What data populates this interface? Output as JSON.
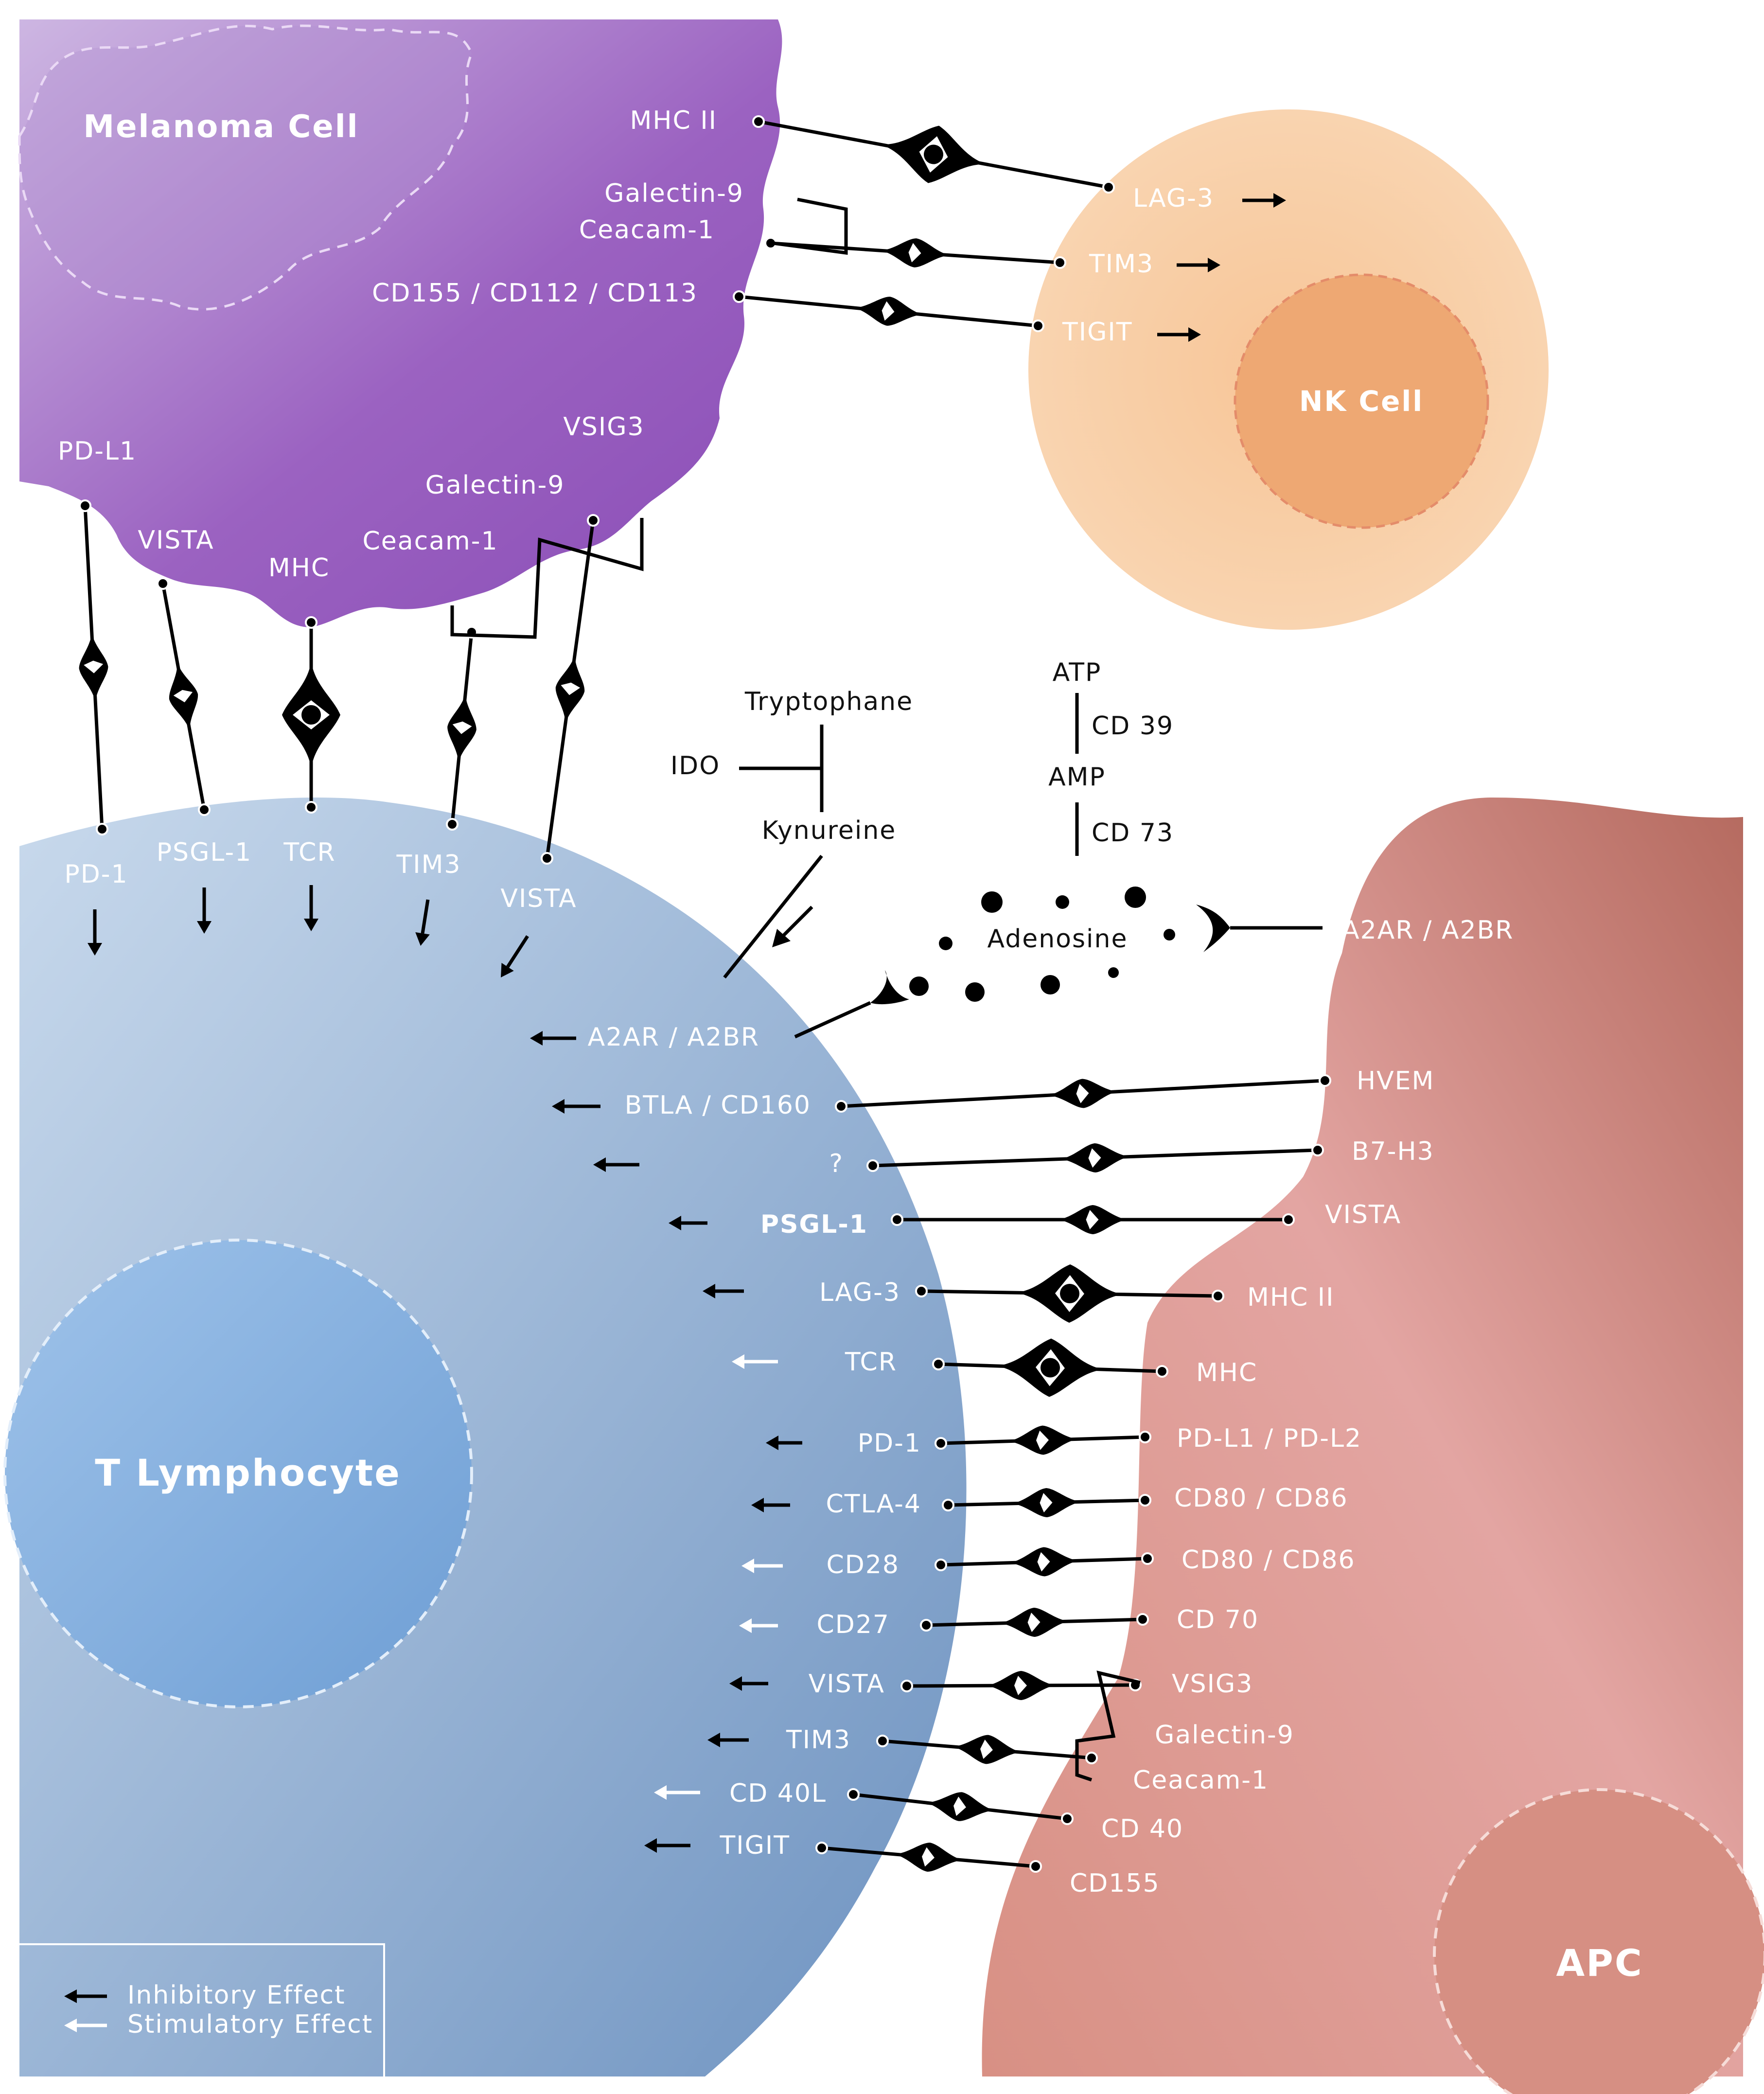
{
  "cells": {
    "melanoma": "Melanoma Cell",
    "nk": "NK Cell",
    "t_lymphocyte": "T Lymphocyte",
    "apc": "APC"
  },
  "melanoma_nk": {
    "melanoma_ligands": [
      "MHC II",
      "Galectin-9",
      "Ceacam-1",
      "CD155 / CD112 / CD113"
    ],
    "nk_receptors": [
      "LAG-3",
      "TIM3",
      "TIGIT"
    ]
  },
  "melanoma_t": {
    "melanoma_ligands": [
      "PD-L1",
      "VISTA",
      "MHC",
      "Ceacam-1",
      "Galectin-9",
      "VSIG3"
    ],
    "t_receptors": [
      "PD-1",
      "PSGL-1",
      "TCR",
      "TIM3",
      "VISTA"
    ]
  },
  "metabolism": {
    "ido": "IDO",
    "tryptophane": "Tryptophane",
    "kynureine": "Kynureine",
    "atp": "ATP",
    "cd39": "CD 39",
    "amp": "AMP",
    "cd73": "CD 73",
    "adenosine": "Adenosine",
    "apc_receptor": "A2AR / A2BR"
  },
  "t_apc": {
    "t_receptors": [
      {
        "label": "A2AR / A2BR",
        "effect": "inhibitory"
      },
      {
        "label": "BTLA / CD160",
        "effect": "inhibitory"
      },
      {
        "label": "?",
        "effect": "inhibitory"
      },
      {
        "label": "PSGL-1",
        "effect": "inhibitory"
      },
      {
        "label": "LAG-3",
        "effect": "inhibitory"
      },
      {
        "label": "TCR",
        "effect": "stimulatory"
      },
      {
        "label": "PD-1",
        "effect": "inhibitory"
      },
      {
        "label": "CTLA-4",
        "effect": "inhibitory"
      },
      {
        "label": "CD28",
        "effect": "stimulatory"
      },
      {
        "label": "CD27",
        "effect": "stimulatory"
      },
      {
        "label": "VISTA",
        "effect": "inhibitory"
      },
      {
        "label": "TIM3",
        "effect": "inhibitory"
      },
      {
        "label": "CD 40L",
        "effect": "stimulatory"
      },
      {
        "label": "TIGIT",
        "effect": "inhibitory"
      }
    ],
    "apc_ligands": [
      "HVEM",
      "B7-H3",
      "VISTA",
      "MHC II",
      "MHC",
      "PD-L1 / PD-L2",
      "CD80 / CD86",
      "CD80 / CD86",
      "CD 70",
      "VSIG3",
      "Galectin-9",
      "Ceacam-1",
      "CD 40",
      "CD155"
    ]
  },
  "legend": {
    "inhibitory": "Inhibitory Effect",
    "stimulatory": "Stimulatory Effect"
  },
  "colors": {
    "inhibitory_arrow": "#000000",
    "stimulatory_arrow": "#ffffff",
    "melanoma_light": "#c8b0e0",
    "melanoma_dark": "#8c4fb8",
    "nk_outer": "#f9d2ad",
    "nk_inner": "#efa872",
    "t_light": "#bcd0e6",
    "t_dark": "#6f94c2",
    "apc_light": "#e5a3a1",
    "apc_dark": "#b8685e"
  }
}
